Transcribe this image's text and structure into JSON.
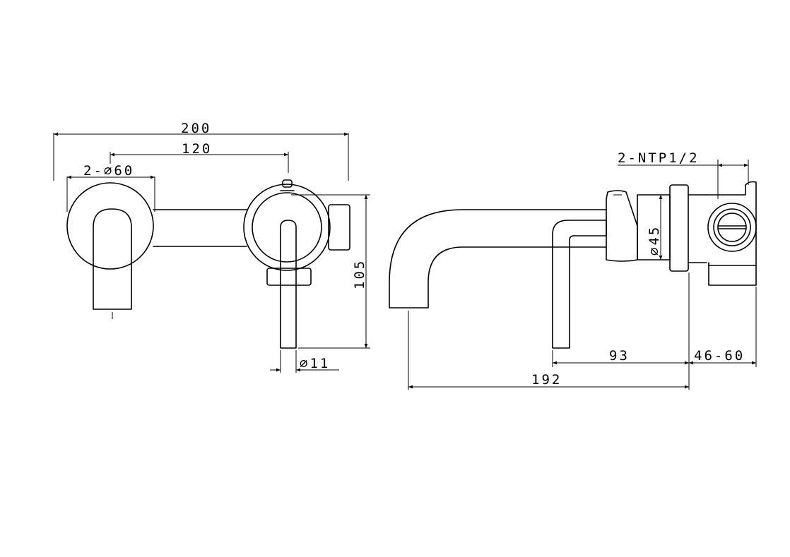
{
  "dimensions": {
    "overall_width": "200",
    "center_distance": "120",
    "plate_diameter": "2-∅60",
    "height": "105",
    "handle_diameter": "∅11",
    "thread": "2-NTP1/2",
    "body_diameter": "∅45",
    "reach_handle": "93",
    "wall_depth": "46-60",
    "spout_reach": "192"
  },
  "colors": {
    "line": "#000000",
    "background": "#ffffff"
  }
}
